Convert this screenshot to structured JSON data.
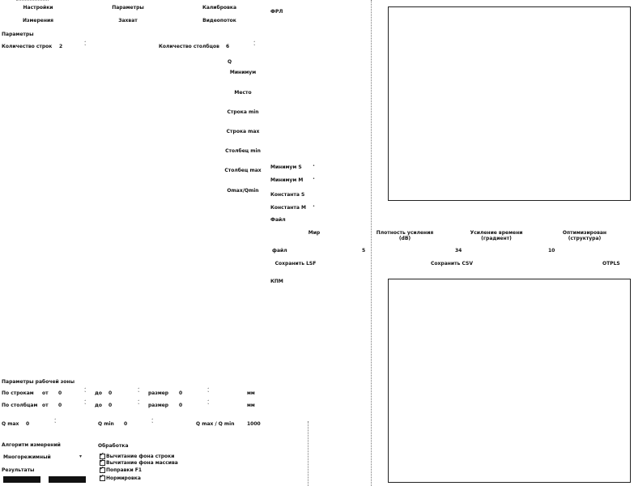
{
  "top_tabs": [
    "Настройки",
    "Параметры",
    "Калибровка",
    "Измерения",
    "Захват",
    "Видеопоток"
  ],
  "left": {
    "section_title": "Параметры",
    "rows_label": "Количество строк",
    "rows_value": "2",
    "cols_label": "Количество столбцов",
    "cols_value": "6",
    "q_label": "Q",
    "buttons": [
      "Минимум",
      "Место",
      "Строка min",
      "Строка max",
      "Столбец min",
      "Столбец max",
      "Omax/Qmin"
    ]
  },
  "middle": {
    "fr_label": "ФРЛ",
    "labels": [
      "Минимум S",
      "Минимум M",
      "Константа S",
      "Константа M",
      "Файл"
    ],
    "table_headers": [
      "Мир",
      "Плотность усиления (dB)",
      "Усиление времени (градиент)",
      "Оптимизирован (структура)"
    ],
    "row_label": "файл",
    "row_values": [
      "5",
      "34",
      "10"
    ],
    "save_lsf": "Сохранить LSF",
    "save_csv": "Сохранить CSV",
    "otpls": "OTPLS",
    "kpm_label": "КПМ"
  },
  "work": {
    "title": "Параметры рабочей зоны",
    "row1_label": "По строкам",
    "row2_label": "По столбцам",
    "from_label": "от",
    "to_label": "до",
    "size_label": "размер",
    "from1": "0",
    "to1": "0",
    "size1": "0",
    "from2": "0",
    "to2": "0",
    "size2": "0",
    "unit": "мм",
    "qmax_label": "Q max",
    "qmax_value": "0",
    "qmin_label": "Q min",
    "qmin_value": "0",
    "ratio_label": "Q max / Q min",
    "ratio_value": "1000"
  },
  "algo": {
    "title": "Алгоритм измерений",
    "selected": "Многорежимный",
    "results_label": "Результаты"
  },
  "processing": {
    "title": "Обработка",
    "options": [
      "Вычитание фона строки",
      "Вычитание фона массива",
      "Поправки F1",
      "Нормировка"
    ]
  }
}
